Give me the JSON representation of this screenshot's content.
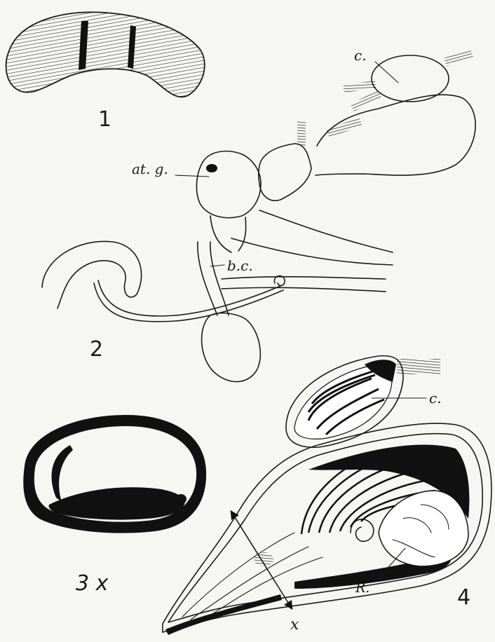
{
  "figures": [
    {
      "number": "1"
    },
    {
      "number": "2",
      "labels": {
        "c": "c.",
        "at_g": "at. g.",
        "b_c": "b.c."
      }
    },
    {
      "number": "3 x"
    },
    {
      "number": "4",
      "labels": {
        "c": "c.",
        "r": "R.",
        "x": "x"
      }
    }
  ],
  "colors": {
    "ink": "#111111",
    "paper": "#f6f6f3"
  }
}
